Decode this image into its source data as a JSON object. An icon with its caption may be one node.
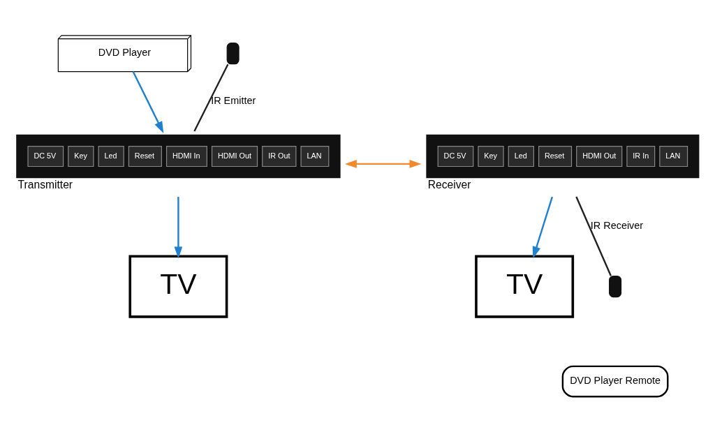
{
  "diagram": {
    "nodes": [
      {
        "text": [
          "DVD Player"
        ]
      },
      {
        "text": [],
        "shape": "box"
      },
      {
        "text": [
          "DC 5V",
          "Key",
          "Led",
          "Reset",
          "HDMI In",
          "HDMI Out",
          "IR Out",
          "LAN"
        ],
        "beside": [
          "Transmitter"
        ]
      },
      {
        "text": [
          "DC 5V",
          "Key",
          "Led",
          "Reset",
          "HDMI Out",
          "IR In",
          "LAN"
        ],
        "beside": [
          "Receiver"
        ]
      },
      {
        "text": [
          "TV"
        ]
      },
      {
        "text": [
          "TV"
        ]
      },
      {
        "text": [],
        "shape": "box"
      },
      {
        "text": [
          "DVD Player Remote"
        ]
      }
    ],
    "edges": [
      {
        "from": 0,
        "to": 2,
        "arrow": "to",
        "color": "#1f80d0"
      },
      {
        "from": 1,
        "to": 2,
        "arrow": "none",
        "label": "IR Emitter",
        "color": "#222222"
      },
      {
        "from": 2,
        "to": 3,
        "arrow": "both",
        "color": "#f08a2c"
      },
      {
        "from": 2,
        "to": 4,
        "arrow": "to",
        "color": "#1f80d0"
      },
      {
        "from": 3,
        "to": 5,
        "arrow": "to",
        "color": "#1f80d0"
      },
      {
        "from": 3,
        "to": 6,
        "arrow": "none",
        "label": "IR Receiver",
        "color": "#222222"
      }
    ]
  }
}
